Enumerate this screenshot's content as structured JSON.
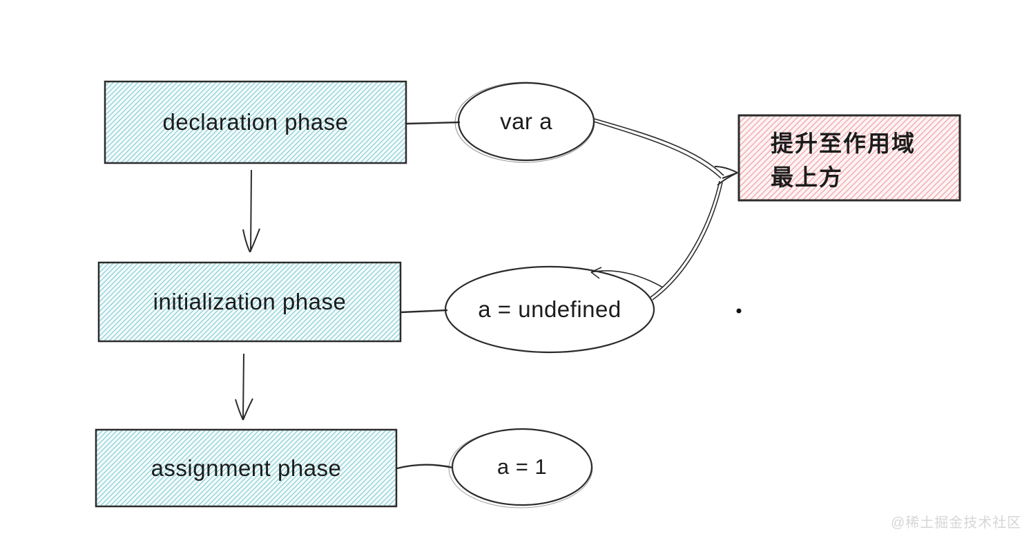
{
  "nodes": {
    "declaration_phase": "declaration phase",
    "initialization_phase": "initialization phase",
    "assignment_phase": "assignment phase",
    "var_a": "var a",
    "a_undefined": "a = undefined",
    "a_1": "a = 1",
    "hoist_note_line1": "提升至作用域",
    "hoist_note_line2": "最上方"
  },
  "watermark": "@稀土掘金技术社区",
  "colors": {
    "teal_stripe": "#82ccd3",
    "teal_bg": "#f4fbfc",
    "pink_stripe": "#f1a3a8",
    "pink_bg": "#fdf3f3",
    "stroke": "#2b2b2b",
    "ink": "#1c1c1c",
    "watermark_gray": "#d6d6d6"
  }
}
